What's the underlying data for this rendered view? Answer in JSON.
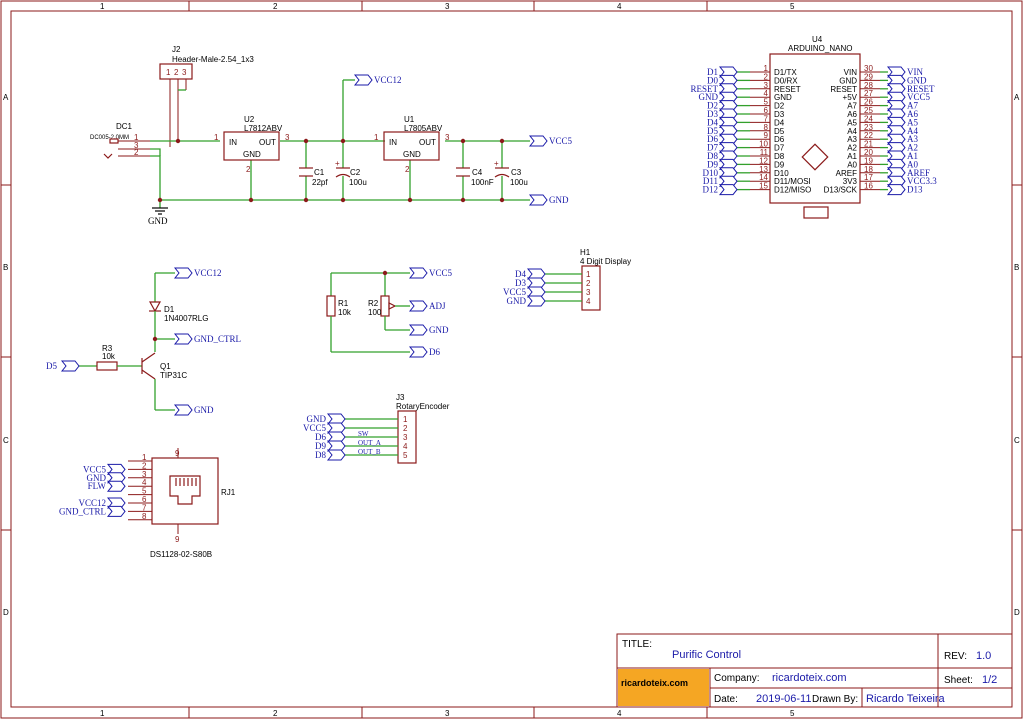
{
  "frame": {
    "cols": [
      "1",
      "2",
      "3",
      "4",
      "5"
    ],
    "rows": [
      "A",
      "B",
      "C",
      "D"
    ]
  },
  "title_block": {
    "title_label": "TITLE:",
    "title": "Purific Control",
    "rev_label": "REV:",
    "rev": "1.0",
    "company_label": "Company:",
    "company": "ricardoteix.com",
    "sheet_label": "Sheet:",
    "sheet": "1/2",
    "date_label": "Date:",
    "date": "2019-06-11",
    "drawn_label": "Drawn By:",
    "drawn_by": "Ricardo Teixeira",
    "logo_text": "ricardoteix.com",
    "logo_color": "#f5a623"
  },
  "power": {
    "j2_ref": "J2",
    "j2_value": "Header-Male-2.54_1x3",
    "j2_pins": [
      "1",
      "2",
      "3"
    ],
    "dc1_ref": "DC1",
    "dc1_value": "DC005-2.0MM",
    "dc1_pins": [
      "1",
      "3",
      "2"
    ],
    "u2_ref": "U2",
    "u2_value": "L7812ABV",
    "u1_ref": "U1",
    "u1_value": "L7805ABV",
    "reg_in": "IN",
    "reg_out": "OUT",
    "reg_gnd": "GND",
    "reg_pin_in": "1",
    "reg_pin_out": "3",
    "reg_pin_gnd": "2",
    "c1_ref": "C1",
    "c1_value": "22pf",
    "c2_ref": "C2",
    "c2_value": "100u",
    "c4_ref": "C4",
    "c4_value": "100nF",
    "c3_ref": "C3",
    "c3_value": "100u",
    "vcc12": "VCC12",
    "vcc5": "VCC5",
    "gnd": "GND",
    "gnd_symbol": "GND"
  },
  "nano": {
    "ref": "U4",
    "value": "ARDUINO_NANO",
    "left_nets": [
      "D1",
      "D0",
      "RESET",
      "GND",
      "D2",
      "D3",
      "D4",
      "D5",
      "D6",
      "D7",
      "D8",
      "D9",
      "D10",
      "D11",
      "D12"
    ],
    "left_nums": [
      "1",
      "2",
      "3",
      "4",
      "5",
      "6",
      "7",
      "8",
      "9",
      "10",
      "11",
      "12",
      "13",
      "14",
      "15"
    ],
    "left_pins": [
      "D1/TX",
      "D0/RX",
      "RESET",
      "GND",
      "D2",
      "D3",
      "D4",
      "D5",
      "D6",
      "D7",
      "D8",
      "D9",
      "D10",
      "D11/MOSI",
      "D12/MISO"
    ],
    "right_nets": [
      "VIN",
      "GND",
      "RESET",
      "VCC5",
      "A7",
      "A6",
      "A5",
      "A4",
      "A3",
      "A2",
      "A1",
      "A0",
      "AREF",
      "VCC3.3",
      "D13"
    ],
    "right_nums": [
      "30",
      "29",
      "28",
      "27",
      "26",
      "25",
      "24",
      "23",
      "22",
      "21",
      "20",
      "19",
      "18",
      "17",
      "16"
    ],
    "right_pins": [
      "VIN",
      "GND",
      "RESET",
      "+5V",
      "A7",
      "A6",
      "A5",
      "A4",
      "A3",
      "A2",
      "A1",
      "A0",
      "AREF",
      "3V3",
      "D13/SCK"
    ]
  },
  "driver": {
    "vcc12": "VCC12",
    "d1_ref": "D1",
    "d1_value": "1N4007RLG",
    "gnd_ctrl": "GND_CTRL",
    "r3_ref": "R3",
    "r3_value": "10k",
    "q1_ref": "Q1",
    "q1_value": "TIP31C",
    "d5": "D5",
    "gnd": "GND"
  },
  "adjust": {
    "vcc5": "VCC5",
    "r1_ref": "R1",
    "r1_value": "10k",
    "r2_ref": "R2",
    "r2_value": "100",
    "adj": "ADJ",
    "gnd": "GND",
    "d6": "D6"
  },
  "display": {
    "ref": "H1",
    "value": "4 Digit Display",
    "nets": [
      "D4",
      "D3",
      "VCC5",
      "GND"
    ],
    "nums": [
      "1",
      "2",
      "3",
      "4"
    ]
  },
  "encoder": {
    "ref": "J3",
    "value": "RotaryEncoder",
    "nets": [
      "GND",
      "VCC5",
      "D6",
      "D9",
      "D8"
    ],
    "nums": [
      "1",
      "2",
      "3",
      "4",
      "5"
    ],
    "wire_labels": [
      "",
      "",
      "SW",
      "OUT_A",
      "OUT_B"
    ]
  },
  "rj": {
    "ref": "RJ1",
    "value": "DS1128-02-S80B",
    "shield": "9",
    "nums": [
      "1",
      "2",
      "3",
      "4",
      "5",
      "6",
      "7",
      "8"
    ],
    "nets": [
      "",
      "VCC5",
      "GND",
      "FLW",
      "",
      "VCC12",
      "GND_CTRL",
      ""
    ]
  }
}
